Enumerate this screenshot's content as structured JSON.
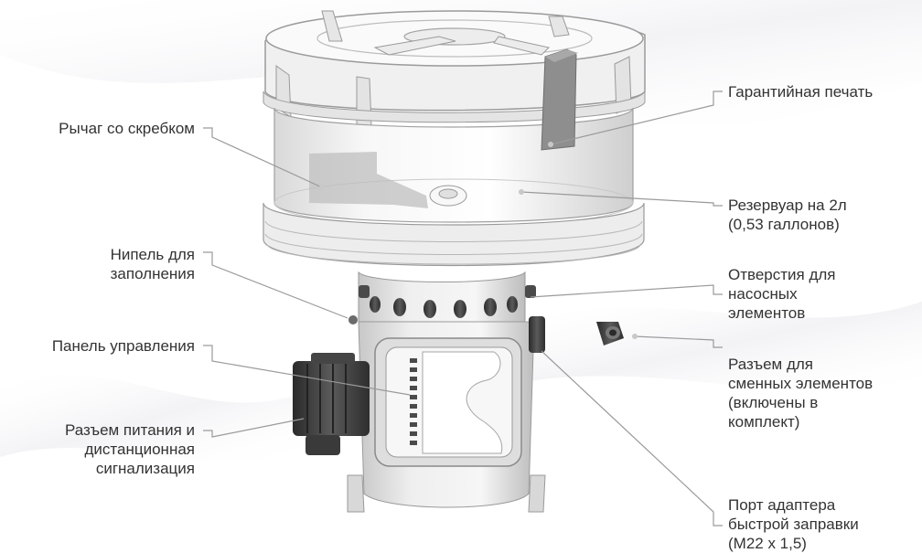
{
  "labels": {
    "lever": [
      "Рычаг со скребком"
    ],
    "fill_nipple": [
      "Нипель для",
      "заполнения"
    ],
    "control_panel": [
      "Панель управления"
    ],
    "power": [
      "Разъем питания и",
      "дистанционная",
      "сигнализация"
    ],
    "seal": [
      "Гарантийная печать"
    ],
    "reservoir": [
      "Резервуар на 2л",
      "(0,53 галлонов)"
    ],
    "pump_holes": [
      "Отверстия для",
      "насосных",
      "элементов"
    ],
    "spare_connector": [
      "Разъем для",
      "сменных элементов",
      "(включены в",
      "комплект)"
    ],
    "adapter_port": [
      "Порт адаптера",
      "быстрой заправки",
      "(M22 x 1,5)"
    ]
  },
  "colors": {
    "text": "#333333",
    "leader": "#9a9a9a",
    "body_light": "#f2f2f2",
    "body_shade": "#c9c9c9",
    "dark": "#3a3a3a",
    "seal": "#8c8c8c"
  }
}
